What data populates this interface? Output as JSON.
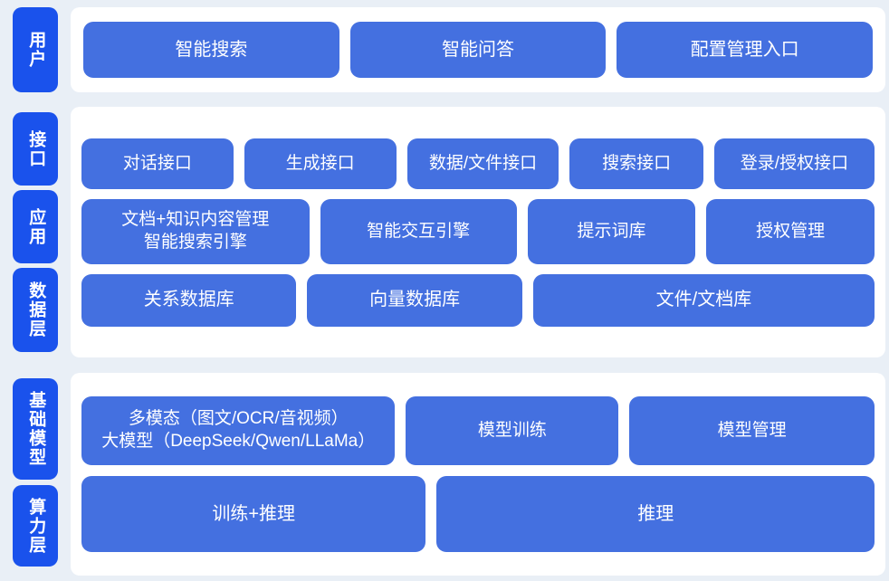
{
  "colors": {
    "page_background": "#e9eff6",
    "panel_background": "#ffffff",
    "rail_label": "#1a52ec",
    "box": "#4470e0",
    "box_text": "#ffffff"
  },
  "sections": [
    {
      "id": "users",
      "rail_labels": [
        {
          "name": "user-layer",
          "text": "用户"
        }
      ],
      "rows": [
        {
          "id": "user-entries",
          "boxes": [
            {
              "label": "智能搜索",
              "flex": 1
            },
            {
              "label": "智能问答",
              "flex": 1
            },
            {
              "label": "配置管理入口",
              "flex": 1
            }
          ]
        }
      ]
    },
    {
      "id": "middle",
      "rail_labels": [
        {
          "name": "interface-layer",
          "text": "接口"
        },
        {
          "name": "application-layer",
          "text": "应用"
        },
        {
          "name": "data-layer",
          "text": "数据层"
        }
      ],
      "rows": [
        {
          "id": "interface",
          "boxes": [
            {
              "label": "对话接口",
              "flex": 1
            },
            {
              "label": "生成接口",
              "flex": 1
            },
            {
              "label": "数据/文件接口",
              "flex": 1
            },
            {
              "label": "搜索接口",
              "flex": 0.87
            },
            {
              "label": "登录/授权接口",
              "flex": 1.06
            }
          ]
        },
        {
          "id": "application",
          "boxes": [
            {
              "label": "文档+知识内容管理\n智能搜索引擎",
              "flex": 1.38,
              "multiline": true
            },
            {
              "label": "智能交互引擎",
              "flex": 1.18
            },
            {
              "label": "提示词库",
              "flex": 1
            },
            {
              "label": "授权管理",
              "flex": 1
            }
          ]
        },
        {
          "id": "data",
          "boxes": [
            {
              "label": "关系数据库",
              "flex": 1
            },
            {
              "label": "向量数据库",
              "flex": 1
            },
            {
              "label": "文件/文档库",
              "flex": 1.62
            }
          ]
        }
      ]
    },
    {
      "id": "infrastructure",
      "rail_labels": [
        {
          "name": "base-model-layer",
          "text": "基础模型"
        },
        {
          "name": "compute-layer",
          "text": "算力层"
        }
      ],
      "rows": [
        {
          "id": "model",
          "boxes": [
            {
              "label": "多模态（图文/OCR/音视频）\n大模型（DeepSeek/Qwen/LLaMa）",
              "flex": 1.5,
              "multiline": true
            },
            {
              "label": "模型训练",
              "flex": 1
            },
            {
              "label": "模型管理",
              "flex": 1.16
            }
          ]
        },
        {
          "id": "compute",
          "boxes": [
            {
              "label": "训练+推理",
              "flex": 1
            },
            {
              "label": "推理",
              "flex": 1.28
            }
          ]
        }
      ]
    }
  ]
}
